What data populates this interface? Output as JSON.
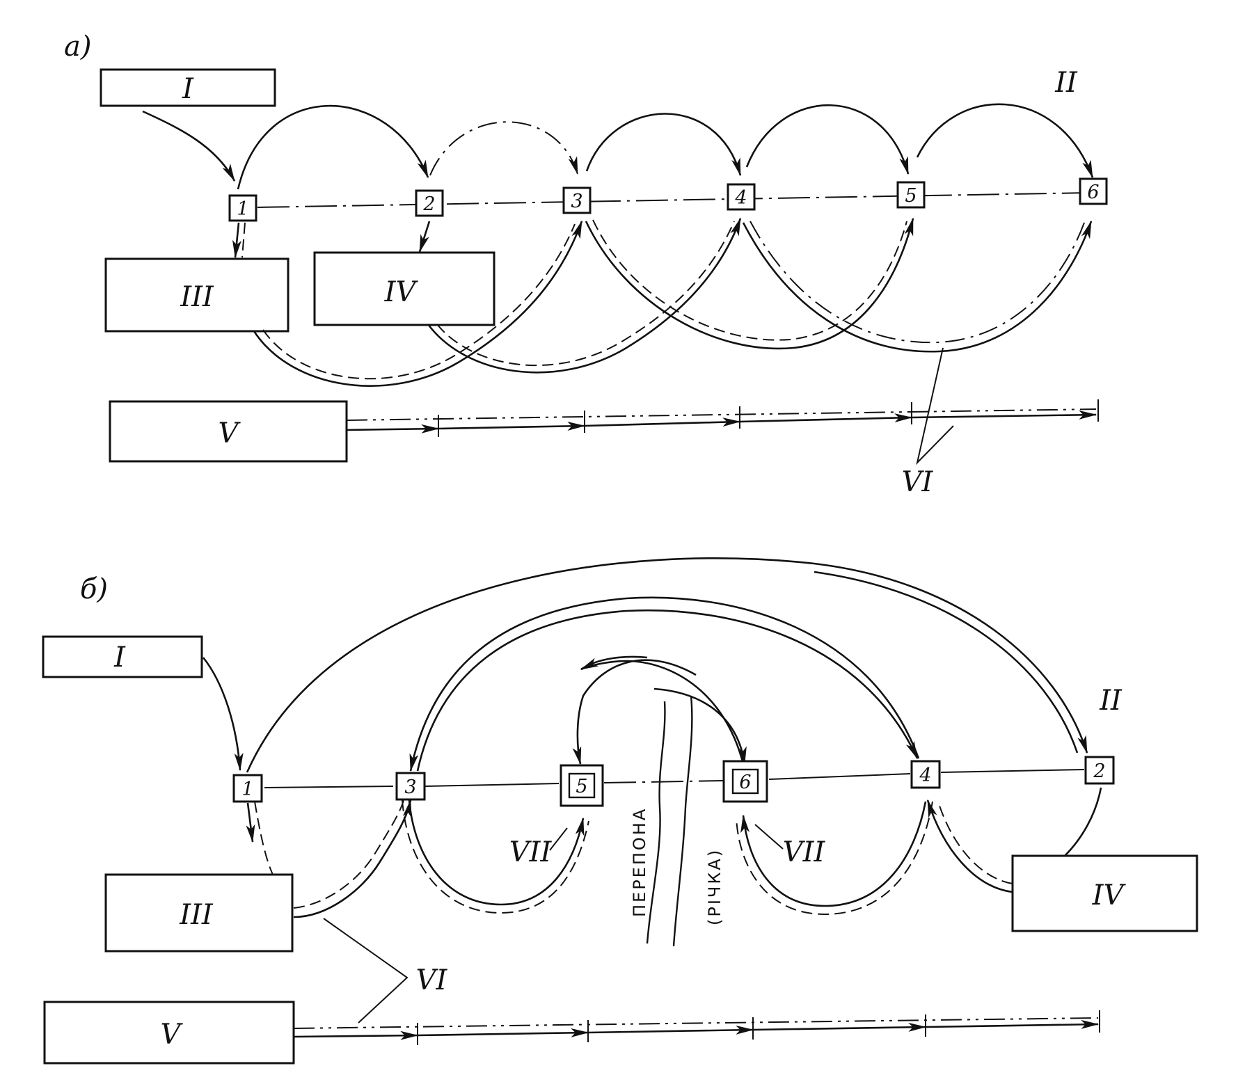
{
  "diagram_a": {
    "panel_label": "а)",
    "box_I": "I",
    "box_II_label": "II",
    "box_III": "III",
    "box_IV": "IV",
    "box_V": "V",
    "label_VI": "VI",
    "nodes": [
      "1",
      "2",
      "3",
      "4",
      "5",
      "6"
    ]
  },
  "diagram_b": {
    "panel_label": "б)",
    "box_I": "I",
    "box_II_label": "II",
    "box_III": "III",
    "box_IV": "IV",
    "box_V": "V",
    "label_VI": "VI",
    "label_VII_left": "VII",
    "label_VII_right": "VII",
    "obstacle_text": "ПЕРЕПОНА",
    "obstacle_sub": "(РІЧКА)",
    "nodes": [
      "1",
      "3",
      "5",
      "6",
      "4",
      "2"
    ]
  }
}
